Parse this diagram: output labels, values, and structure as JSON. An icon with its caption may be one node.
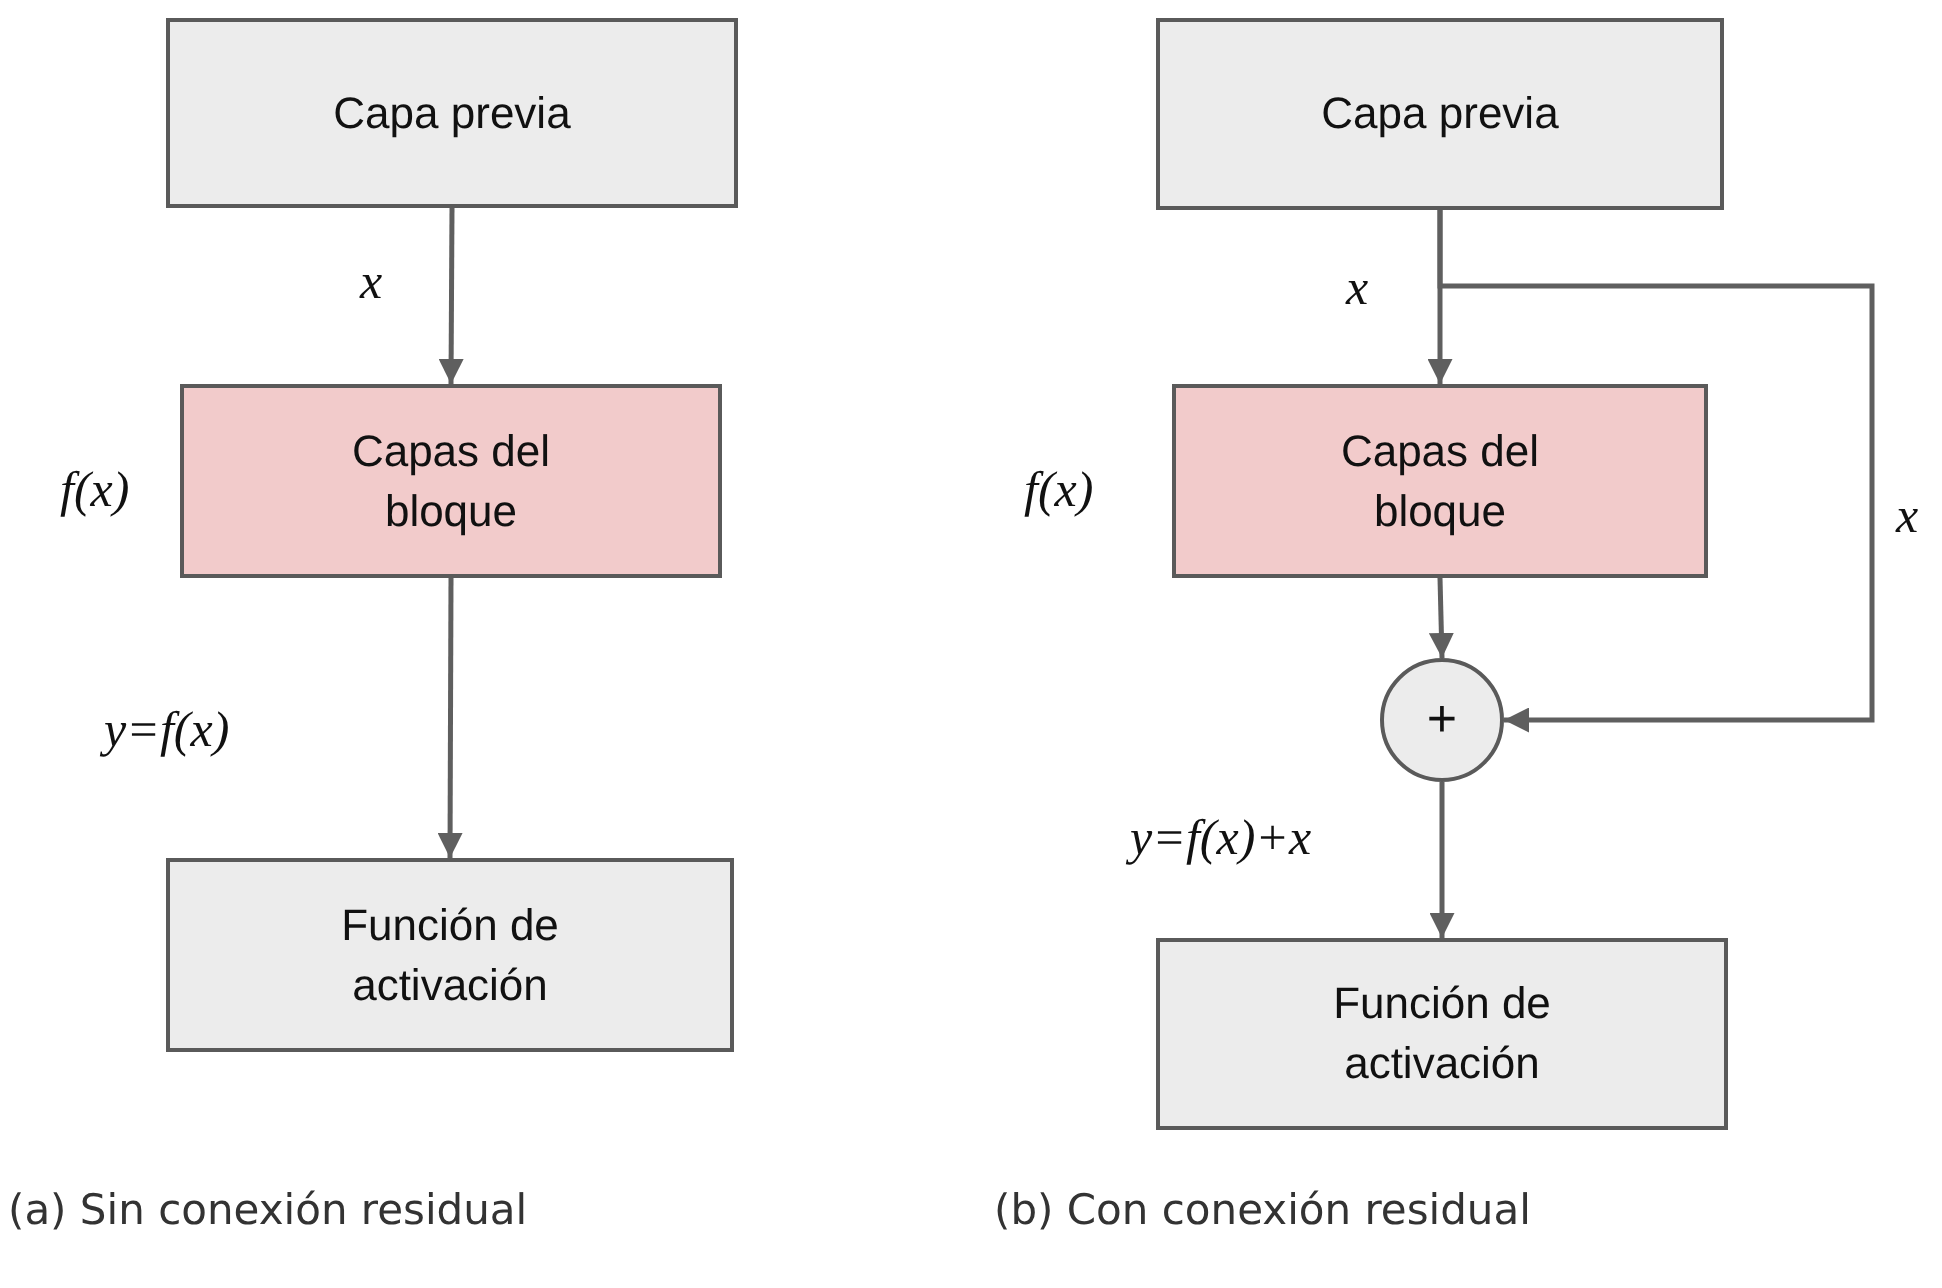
{
  "diagram": {
    "nodes": [
      {
        "text": [
          "Capa previa"
        ]
      },
      {
        "text": [
          "Capas del bloque"
        ],
        "beside": [
          "f(x)"
        ]
      },
      {
        "text": [
          "Función de activación"
        ]
      },
      {
        "text": [
          "Capa previa"
        ]
      },
      {
        "text": [
          "Capas del bloque"
        ],
        "beside": [
          "f(x)"
        ]
      },
      {
        "text": [
          "+"
        ]
      },
      {
        "text": [
          "Función de activación"
        ]
      }
    ],
    "edges": [
      {
        "from": 0,
        "to": 1,
        "arrow": "to",
        "label": "x"
      },
      {
        "from": 1,
        "to": 2,
        "arrow": "to",
        "label": "y=f(x)"
      },
      {
        "from": 3,
        "to": 4,
        "arrow": "to",
        "label": "x"
      },
      {
        "from": 4,
        "to": 5,
        "arrow": "to"
      },
      {
        "from": 3,
        "to": 5,
        "arrow": "to",
        "label": "x"
      },
      {
        "from": 5,
        "to": 6,
        "arrow": "to",
        "label": "y=f(x)+x"
      }
    ],
    "labels": [
      "(a) Sin conexión residual",
      "(b) Con conexión residual"
    ]
  }
}
